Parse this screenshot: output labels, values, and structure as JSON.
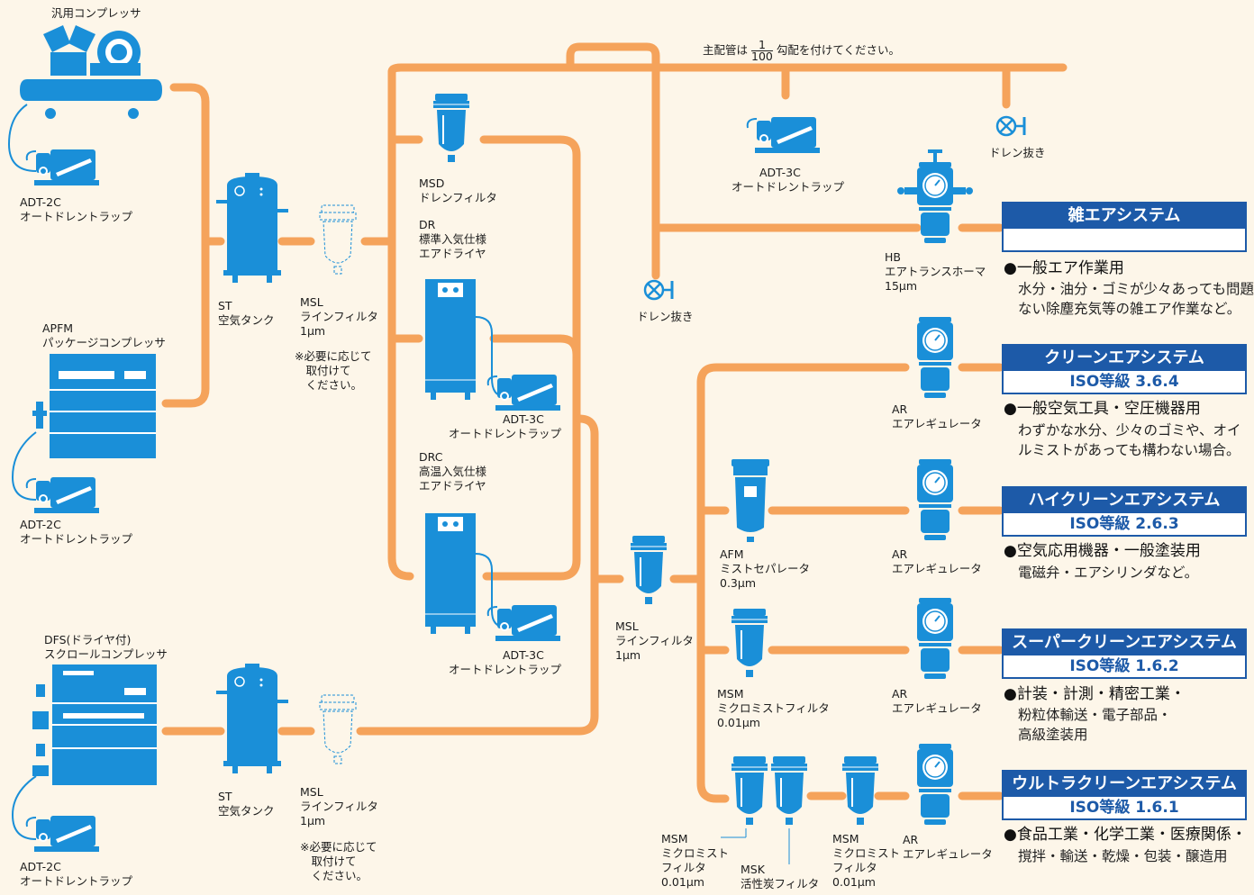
{
  "colors": {
    "pipe": "#f5a35b",
    "equipment": "#1a8fd8",
    "header": "#1d5aa8",
    "background": "#fdf6e9"
  },
  "note": {
    "prefix": "主配管は",
    "numerator": "1",
    "denominator": "100",
    "suffix": "勾配を付けてください。"
  },
  "compressors": {
    "general": {
      "name": "汎用コンプレッサ"
    },
    "package": {
      "code": "APFM",
      "name": "パッケージコンプレッサ"
    },
    "scroll": {
      "code": "DFS(ドライヤ付)",
      "name": "スクロールコンプレッサ"
    }
  },
  "trap_2c": {
    "code": "ADT-2C",
    "name": "オートドレントラップ"
  },
  "trap_3c": {
    "code": "ADT-3C",
    "name": "オートドレントラップ"
  },
  "tank": {
    "code": "ST",
    "name": "空気タンク"
  },
  "line_filter": {
    "code": "MSL",
    "name": "ラインフィルタ",
    "rating": "1μm"
  },
  "optional_note": "※必要に応じて\n　取付けて\n　ください。",
  "msd": {
    "code": "MSD",
    "name": "ドレンフィルタ"
  },
  "dr": {
    "code": "DR",
    "line1": "標準入気仕様",
    "line2": "エアドライヤ"
  },
  "drc": {
    "code": "DRC",
    "line1": "高温入気仕様",
    "line2": "エアドライヤ"
  },
  "drain": {
    "name": "ドレン抜き"
  },
  "hb": {
    "code": "HB",
    "name": "エアトランスホーマ",
    "rating": "15μm"
  },
  "ar": {
    "code": "AR",
    "name": "エアレギュレータ"
  },
  "afm": {
    "code": "AFM",
    "name": "ミストセパレータ",
    "rating": "0.3μm"
  },
  "msm": {
    "code": "MSM",
    "name": "ミクロミストフィルタ",
    "rating": "0.01μm",
    "split1": "ミクロミスト",
    "split2": "フィルタ"
  },
  "msk": {
    "code": "MSK",
    "name": "活性炭フィルタ"
  },
  "systems": [
    {
      "title": "雑エアシステム",
      "grade": "",
      "use": "●一般エア作業用",
      "detail": "水分・油分・ゴミが少々あっても問題\nない除塵充気等の雑エア作業など。"
    },
    {
      "title": "クリーンエアシステム",
      "grade": "ISO等級 3.6.4",
      "use": "●一般空気工具・空圧機器用",
      "detail": "わずかな水分、少々のゴミや、オイ\nルミストがあっても構わない場合。"
    },
    {
      "title": "ハイクリーンエアシステム",
      "grade": "ISO等級 2.6.3",
      "use": "●空気応用機器・一般塗装用",
      "detail": "電磁弁・エアシリンダなど。"
    },
    {
      "title": "スーパークリーンエアシステム",
      "grade": "ISO等級 1.6.2",
      "use": "●計装・計測・精密工業・",
      "detail": "粉粒体輸送・電子部品・\n高級塗装用"
    },
    {
      "title": "ウルトラクリーンエアシステム",
      "grade": "ISO等級 1.6.1",
      "use": "●食品工業・化学工業・医療関係・",
      "detail": "撹拌・輸送・乾燥・包装・醸造用"
    }
  ]
}
